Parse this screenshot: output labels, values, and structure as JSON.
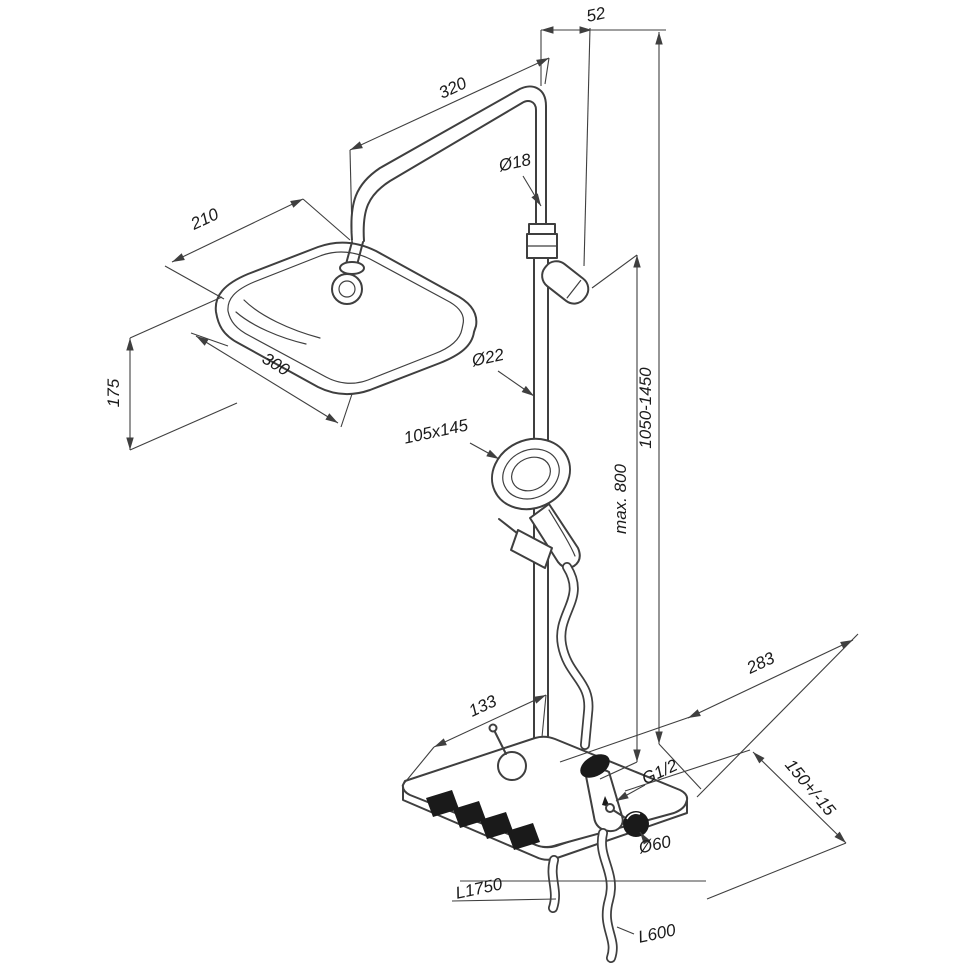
{
  "page": {
    "background": "#ffffff"
  },
  "drawing": {
    "type": "shower-column-dimension-drawing",
    "colors": {
      "line": "#3f3f3f",
      "text": "#1b1b1b",
      "fill_black": "#1a1a1a",
      "background": "#ffffff"
    },
    "labels": {
      "top_offset": "52",
      "arm_length": "320",
      "head_depth": "210",
      "pipe_upper_diameter": "Ø18",
      "head_width": "300",
      "head_height": "175",
      "pipe_lower_diameter": "Ø22",
      "hand_shower_size": "105x145",
      "max_height": "max. 800",
      "column_height_range": "1050-1450",
      "shelf_depth": "283",
      "shelf_offset": "133",
      "connection_thread": "G1/2",
      "wall_distance": "150+/-15",
      "knob_diameter": "Ø60",
      "main_hose_length": "L1750",
      "sprayer_hose_length": "L600"
    }
  }
}
